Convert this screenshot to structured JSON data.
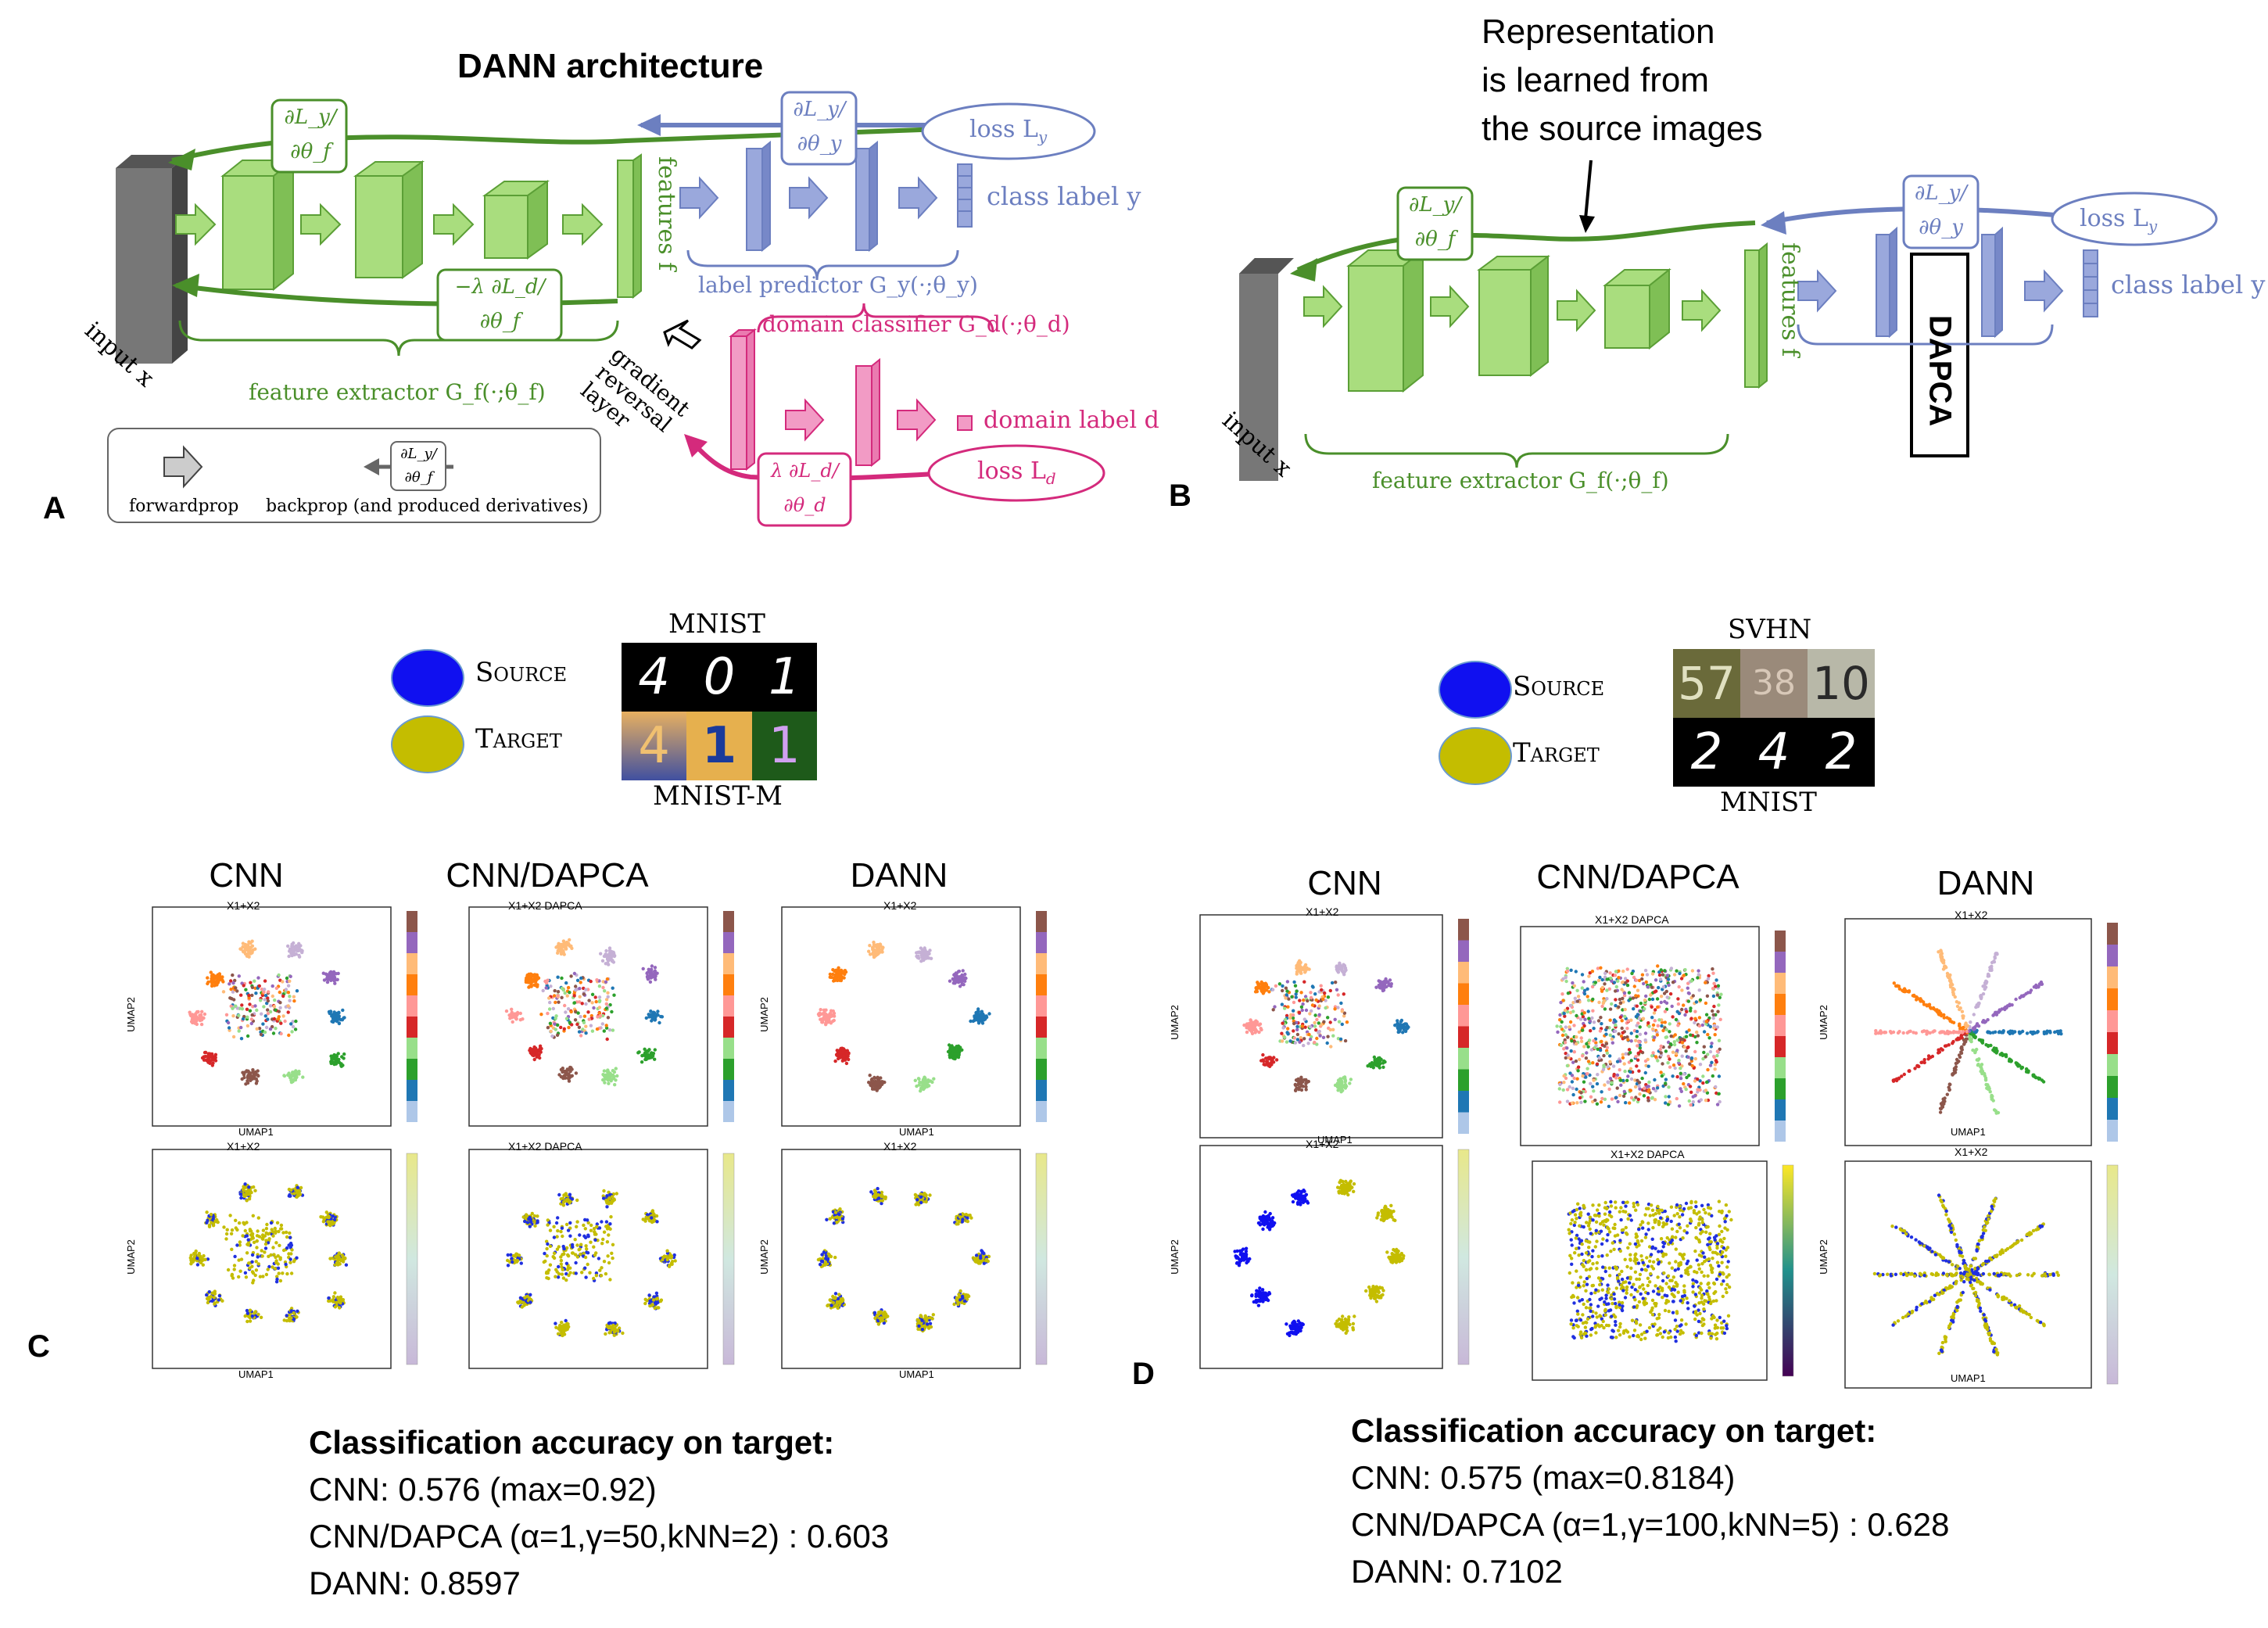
{
  "panels": {
    "A": "A",
    "B": "B",
    "C": "C",
    "D": "D"
  },
  "panelA": {
    "title": "DANN architecture",
    "grad_y_f": "∂L_y/∂θ_f",
    "grad_y_y": "∂L_y/∂θ_y",
    "neg_lambda_grad": "−λ ∂L_d/∂θ_f",
    "lambda_grad_d": "λ ∂L_d/∂θ_d",
    "loss_y": "loss L",
    "loss_y_sub": "y",
    "loss_d": "loss L",
    "loss_d_sub": "d",
    "class_label": "class label y",
    "domain_label": "domain label d",
    "features": "features f",
    "input": "input x",
    "label_predictor": "label predictor G_y(·;θ_y)",
    "domain_classifier": "domain classifier G_d(·;θ_d)",
    "feature_extractor": "feature extractor G_f(·;θ_f)",
    "grl_1": "gradient",
    "grl_2": "reversal",
    "grl_3": "layer",
    "legend_forward": "forwardprop",
    "legend_backward": "backprop (and produced derivatives)"
  },
  "panelB": {
    "note_1": "Representation",
    "note_2": "is learned from",
    "note_3": "the source images",
    "dapca": "DAPCA",
    "loss_y": "loss L",
    "loss_y_sub": "y",
    "class_label": "class label y",
    "features": "features f",
    "input": "input x",
    "feature_extractor": "feature extractor G_f(·;θ_f)"
  },
  "legendC": {
    "source": "Source",
    "target": "Target",
    "top_dataset": "MNIST",
    "bottom_dataset": "MNIST-M",
    "source_color": "#1010f0",
    "target_color": "#c4bd00"
  },
  "legendD": {
    "source": "Source",
    "target": "Target",
    "top_dataset": "SVHN",
    "bottom_dataset": "MNIST",
    "source_color": "#1010f0",
    "target_color": "#c4bd00"
  },
  "digitsC": {
    "top": [
      "4",
      "0",
      "1"
    ],
    "bottom": [
      "4",
      "1",
      "1"
    ]
  },
  "digitsD": {
    "top": [
      "57",
      "38",
      "10"
    ],
    "bottom": [
      "2",
      "4",
      "2"
    ]
  },
  "plotsC": {
    "titles": [
      "CNN",
      "CNN/DAPCA",
      "DANN"
    ],
    "subtitles": [
      "X1+X2",
      "X1+X2 DAPCA",
      "X1+X2"
    ]
  },
  "plotsD": {
    "titles": [
      "CNN",
      "CNN/DAPCA",
      "DANN"
    ],
    "subtitles": [
      "X1+X2",
      "X1+X2 DAPCA",
      "X1+X2"
    ]
  },
  "accC": {
    "heading": "Classification accuracy on target:",
    "line1": "CNN:  0.576 (max=0.92)",
    "line2": "CNN/DAPCA (α=1,γ=50,kNN=2) : 0.603",
    "line3": "DANN:  0.8597"
  },
  "accD": {
    "heading": "Classification accuracy on target:",
    "line1": "CNN: 0.575 (max=0.8184)",
    "line2": "CNN/DAPCA (α=1,γ=100,kNN=5) : 0.628",
    "line3": "DANN: 0.7102"
  },
  "axis": {
    "x": "UMAP1",
    "y": "UMAP2"
  },
  "colors": {
    "green": "#4a8f2a",
    "blue": "#6c7fc0",
    "pink": "#d42a7c",
    "box_green": "#a9dd7e",
    "box_blue": "#9aa8dc",
    "box_pink": "#f29bc5"
  }
}
